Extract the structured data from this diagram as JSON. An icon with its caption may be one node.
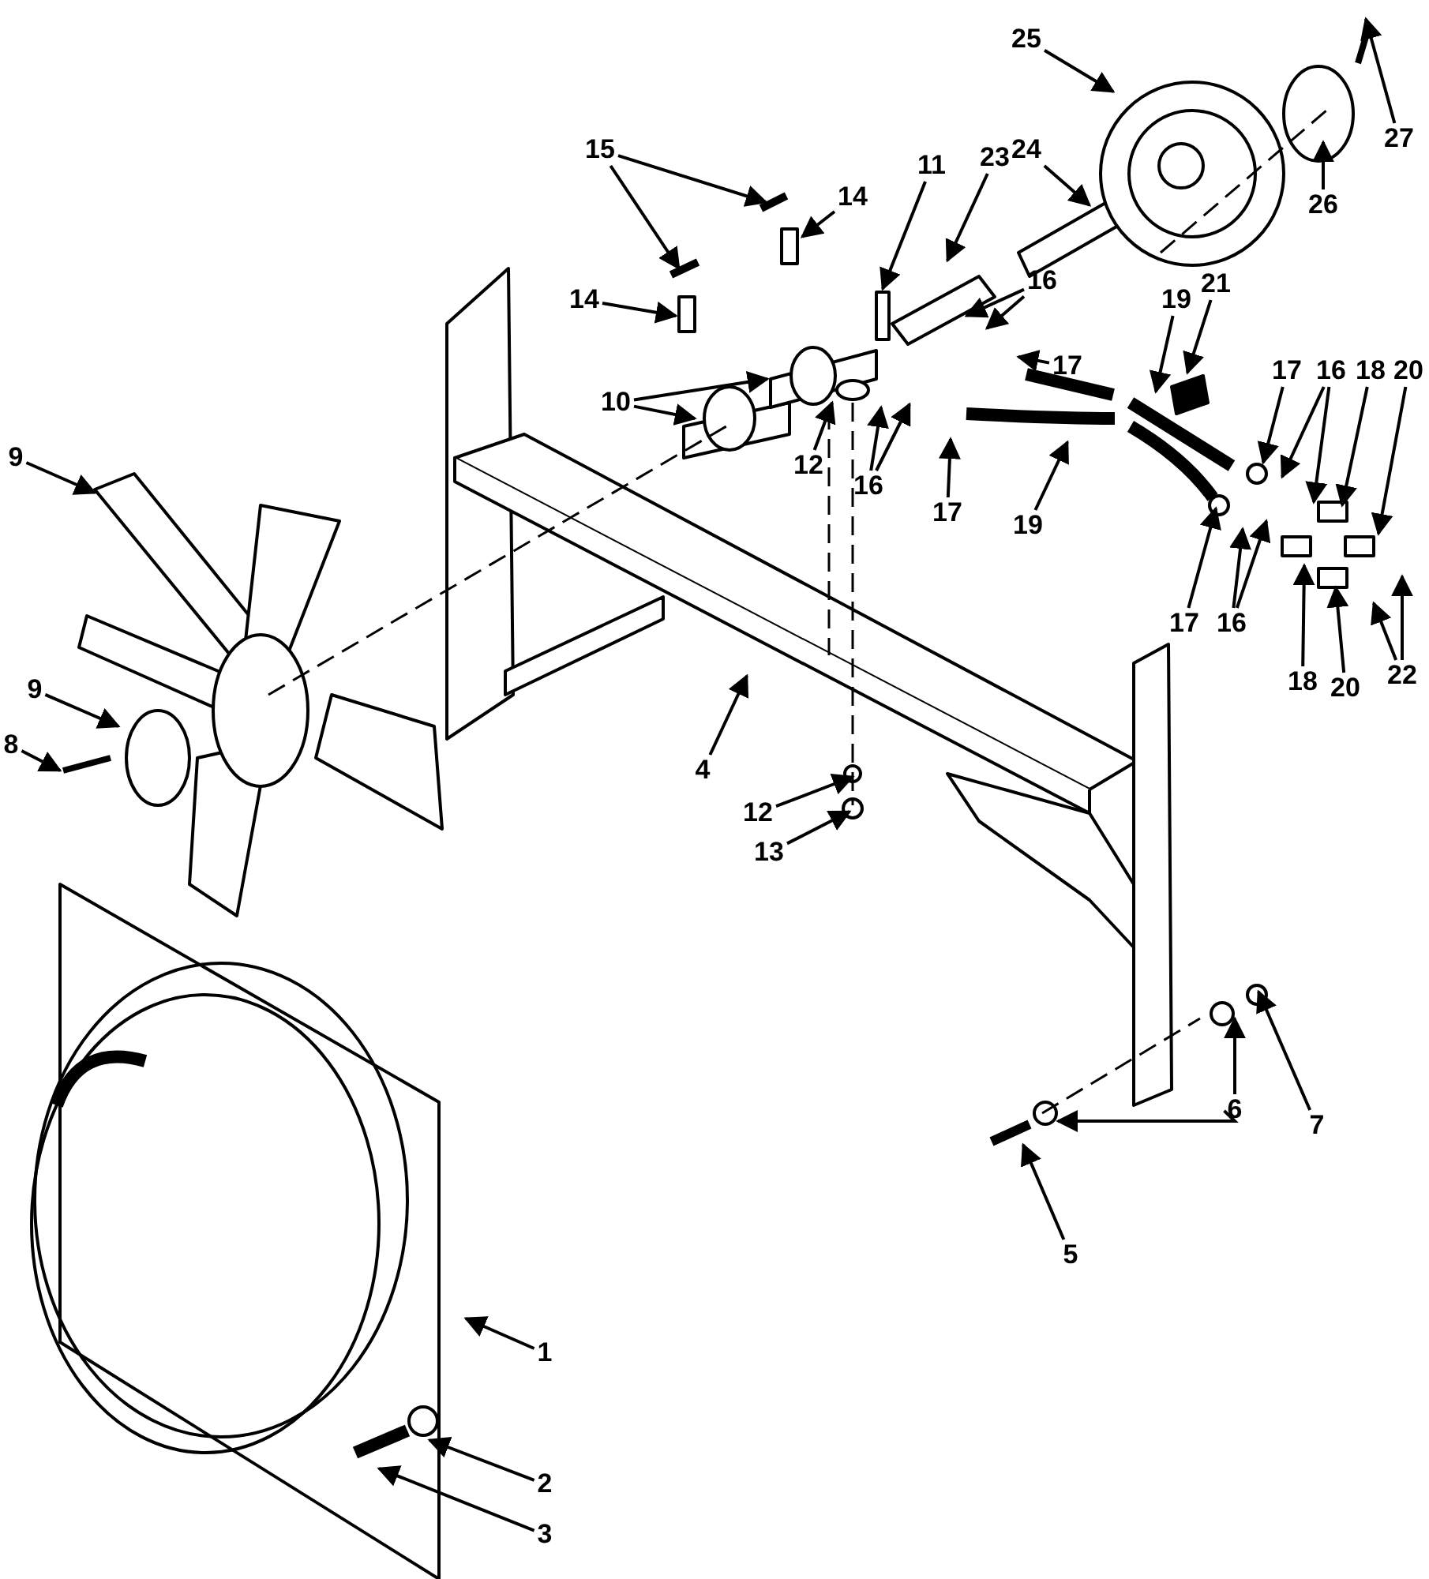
{
  "diagram": {
    "nodes": [
      {
        "text": [
          "25"
        ]
      },
      {
        "text": [
          "27"
        ]
      },
      {
        "text": [
          "24"
        ]
      },
      {
        "text": [
          "15"
        ]
      },
      {
        "text": [
          "11"
        ]
      },
      {
        "text": [
          "23"
        ]
      },
      {
        "text": [
          "26"
        ]
      },
      {
        "text": [
          "14"
        ]
      },
      {
        "text": [
          "16"
        ]
      },
      {
        "text": [
          "19"
        ]
      },
      {
        "text": [
          "21"
        ]
      },
      {
        "text": [
          "14"
        ]
      },
      {
        "text": [
          "17"
        ]
      },
      {
        "text": [
          "10"
        ]
      },
      {
        "text": [
          "17"
        ]
      },
      {
        "text": [
          "16"
        ]
      },
      {
        "text": [
          "18"
        ]
      },
      {
        "text": [
          "12"
        ]
      },
      {
        "text": [
          "20"
        ]
      },
      {
        "text": [
          "9"
        ]
      },
      {
        "text": [
          "16"
        ]
      },
      {
        "text": [
          "17"
        ]
      },
      {
        "text": [
          "19"
        ]
      },
      {
        "text": [
          "17"
        ]
      },
      {
        "text": [
          "16"
        ]
      },
      {
        "text": [
          "18"
        ]
      },
      {
        "text": [
          "22"
        ]
      },
      {
        "text": [
          "20"
        ]
      },
      {
        "text": [
          "9"
        ]
      },
      {
        "text": [
          "8"
        ]
      },
      {
        "text": [
          "4"
        ]
      },
      {
        "text": [
          "12"
        ]
      },
      {
        "text": [
          "13"
        ]
      },
      {
        "text": [
          "6"
        ]
      },
      {
        "text": [
          "7"
        ]
      },
      {
        "text": [
          "5"
        ]
      },
      {
        "text": [
          "1"
        ]
      },
      {
        "text": [
          "2"
        ]
      },
      {
        "text": [
          "3"
        ]
      }
    ],
    "edges": [
      {
        "from": 0,
        "to": null,
        "arrow": "to"
      },
      {
        "from": 1,
        "to": null,
        "arrow": "to"
      },
      {
        "from": 2,
        "to": null,
        "arrow": "to"
      },
      {
        "from": 3,
        "to": null,
        "arrow": "to"
      },
      {
        "from": 3,
        "to": null,
        "arrow": "to"
      },
      {
        "from": 4,
        "to": null,
        "arrow": "to"
      },
      {
        "from": 5,
        "to": null,
        "arrow": "to"
      },
      {
        "from": 6,
        "to": null,
        "arrow": "to"
      },
      {
        "from": 7,
        "to": null,
        "arrow": "to"
      },
      {
        "from": 8,
        "to": null,
        "arrow": "to"
      },
      {
        "from": 8,
        "to": null,
        "arrow": "to"
      },
      {
        "from": 9,
        "to": null,
        "arrow": "to"
      },
      {
        "from": 10,
        "to": null,
        "arrow": "to"
      },
      {
        "from": 11,
        "to": null,
        "arrow": "to"
      },
      {
        "from": 12,
        "to": null,
        "arrow": "to"
      },
      {
        "from": 13,
        "to": null,
        "arrow": "to"
      },
      {
        "from": 13,
        "to": null,
        "arrow": "to"
      },
      {
        "from": 14,
        "to": null,
        "arrow": "to"
      },
      {
        "from": 15,
        "to": null,
        "arrow": "to"
      },
      {
        "from": 15,
        "to": null,
        "arrow": "to"
      },
      {
        "from": 16,
        "to": null,
        "arrow": "to"
      },
      {
        "from": 17,
        "to": null,
        "arrow": "to"
      },
      {
        "from": 18,
        "to": null,
        "arrow": "to"
      },
      {
        "from": 19,
        "to": null,
        "arrow": "to"
      },
      {
        "from": 20,
        "to": null,
        "arrow": "to"
      },
      {
        "from": 20,
        "to": null,
        "arrow": "to"
      },
      {
        "from": 21,
        "to": null,
        "arrow": "to"
      },
      {
        "from": 22,
        "to": null,
        "arrow": "to"
      },
      {
        "from": 23,
        "to": null,
        "arrow": "to"
      },
      {
        "from": 24,
        "to": null,
        "arrow": "to"
      },
      {
        "from": 24,
        "to": null,
        "arrow": "to"
      },
      {
        "from": 25,
        "to": null,
        "arrow": "to"
      },
      {
        "from": 26,
        "to": null,
        "arrow": "to"
      },
      {
        "from": 26,
        "to": null,
        "arrow": "to"
      },
      {
        "from": 27,
        "to": null,
        "arrow": "to"
      },
      {
        "from": 28,
        "to": null,
        "arrow": "to"
      },
      {
        "from": 29,
        "to": null,
        "arrow": "to"
      },
      {
        "from": 30,
        "to": null,
        "arrow": "to"
      },
      {
        "from": 31,
        "to": null,
        "arrow": "to"
      },
      {
        "from": 32,
        "to": null,
        "arrow": "to"
      },
      {
        "from": 33,
        "to": null,
        "arrow": "to"
      },
      {
        "from": 33,
        "to": null,
        "arrow": "to"
      },
      {
        "from": 34,
        "to": null,
        "arrow": "to"
      },
      {
        "from": 35,
        "to": null,
        "arrow": "to"
      },
      {
        "from": 36,
        "to": null,
        "arrow": "to"
      },
      {
        "from": 37,
        "to": null,
        "arrow": "to"
      },
      {
        "from": 38,
        "to": null,
        "arrow": "to"
      }
    ]
  }
}
